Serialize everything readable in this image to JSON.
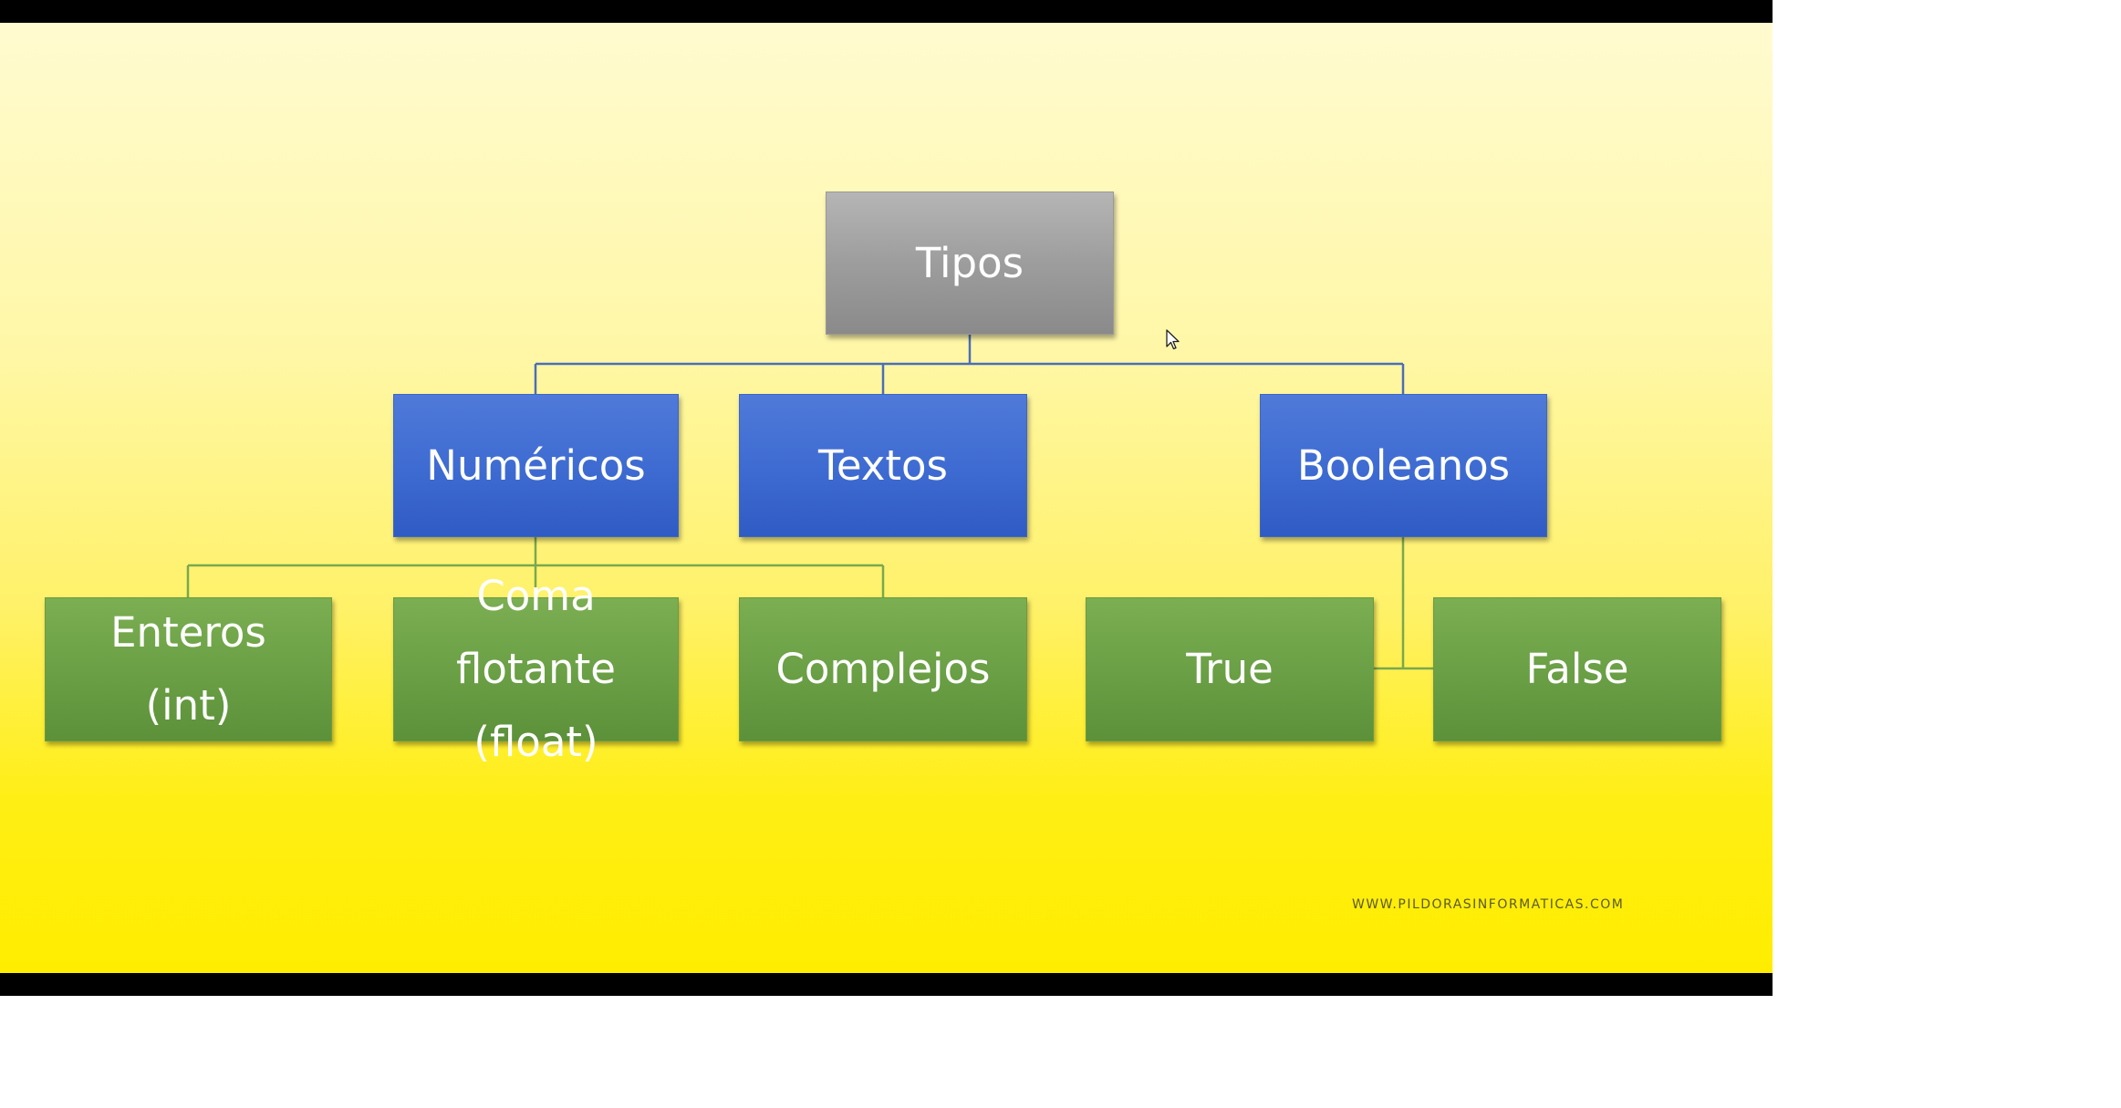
{
  "diagram": {
    "root": {
      "label": "Tipos"
    },
    "categories": [
      {
        "label": "Numéricos"
      },
      {
        "label": "Textos"
      },
      {
        "label": "Booleanos"
      }
    ],
    "leaves": [
      {
        "line1": "Enteros",
        "line2": "(int)"
      },
      {
        "line1": "Coma flotante",
        "line2": "(float)"
      },
      {
        "line1": "Complejos"
      },
      {
        "line1": "True"
      },
      {
        "line1": "False"
      }
    ],
    "watermark": "WWW.PILDORASINFORMATICAS.COM",
    "colors": {
      "root_gray": "#9d9d9d",
      "category_blue": "#3f6cd2",
      "leaf_green": "#6ba046",
      "connector_blue": "#4a6fb8",
      "connector_green": "#79a94e",
      "background_top": "#fffbd0",
      "background_bottom": "#ffed00"
    }
  }
}
